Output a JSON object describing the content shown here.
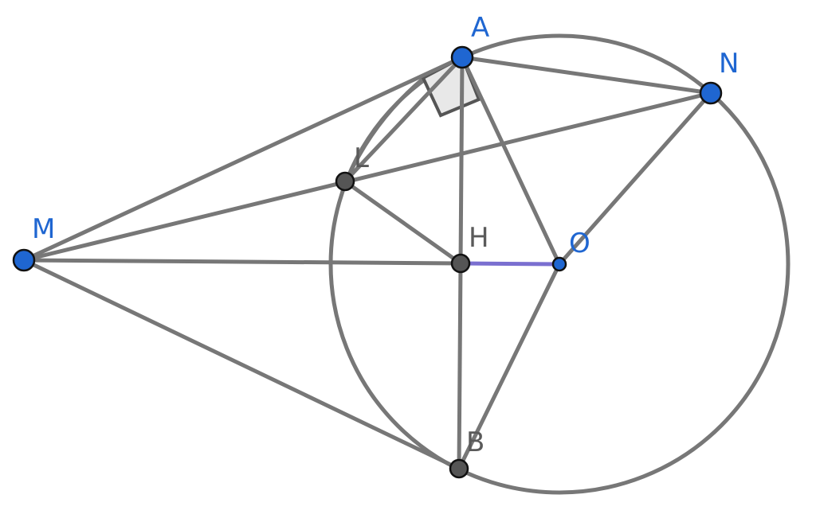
{
  "diagram": {
    "labels": {
      "A": "A",
      "N": "N",
      "L": "L",
      "M": "M",
      "H": "H",
      "O": "O",
      "B": "B"
    },
    "colors": {
      "line": "#777777",
      "point_blue": "#1f66d1",
      "point_gray": "#555555",
      "segment_HO": "#7a6fd0",
      "label_blue": "#1f66d1",
      "label_gray": "#5a5a5a"
    }
  }
}
